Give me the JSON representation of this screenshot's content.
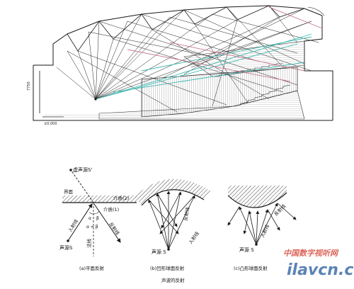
{
  "section_drawing": {
    "dimension_label": "7750",
    "floor_label": "±0.000"
  },
  "plane_reflection": {
    "virtual_source": "虚声源S'",
    "interface": "界面",
    "medium_2": "介质(2)",
    "medium_1": "介质(1)",
    "incident_ray": "入射线",
    "reflected_ray": "反射线",
    "normal": "法线",
    "source": "声源S",
    "alpha": "α",
    "beta": "β",
    "equation": "α = β",
    "caption": "(a)平面反射"
  },
  "concave_reflection": {
    "reflected_ray": "反射线",
    "incident_ray": "入射线",
    "source": "声源 S",
    "caption": "(b)凹形球面反射"
  },
  "convex_reflection": {
    "reflected_ray": "反射线",
    "incident_ray": "入射线",
    "source": "声源 S",
    "caption": "(c)凸形球面反射"
  },
  "figure_title": "声波的反射",
  "watermark": {
    "line1": "中国数字视听网",
    "line2": "ilavcn.com"
  },
  "colors": {
    "line": "#1a1a1a",
    "hatch": "#555555",
    "ray_cyan": "#3fb8b0",
    "ray_pink": "#c87890",
    "watermark_red": "#d64a3c",
    "watermark_blue": "#3f6fa8"
  }
}
